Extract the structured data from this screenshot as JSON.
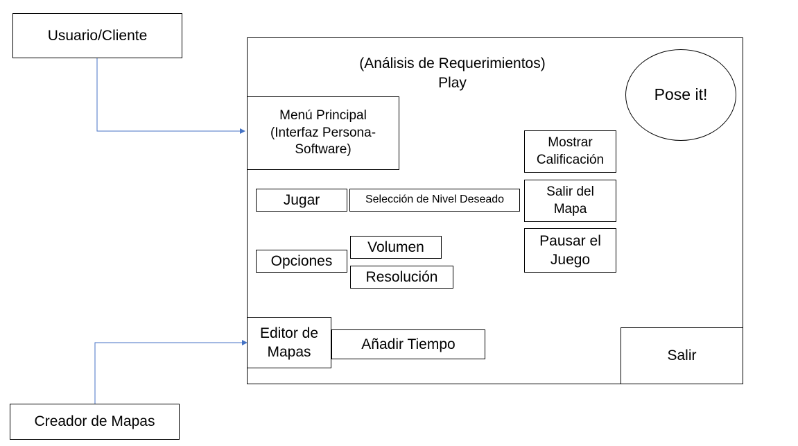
{
  "actors": {
    "client": "Usuario/Cliente",
    "map_creator": "Creador de Mapas"
  },
  "system": {
    "title_line1": "(Análisis de Requerimientos)",
    "title_line2": "Play",
    "logo": "Pose it!"
  },
  "blocks": {
    "main_menu": "Menú Principal (Interfaz Persona-Software)",
    "play": "Jugar",
    "level_select": "Selección de Nivel Deseado",
    "options": "Opciones",
    "volume": "Volumen",
    "resolution": "Resolución",
    "map_editor": "Editor de Mapas",
    "add_time": "Añadir Tiempo",
    "show_score": "Mostrar Calificación",
    "exit_map": "Salir del Mapa",
    "pause_game": "Pausar el Juego",
    "exit": "Salir"
  },
  "colors": {
    "connector": "#4472C4",
    "border": "#000000"
  }
}
